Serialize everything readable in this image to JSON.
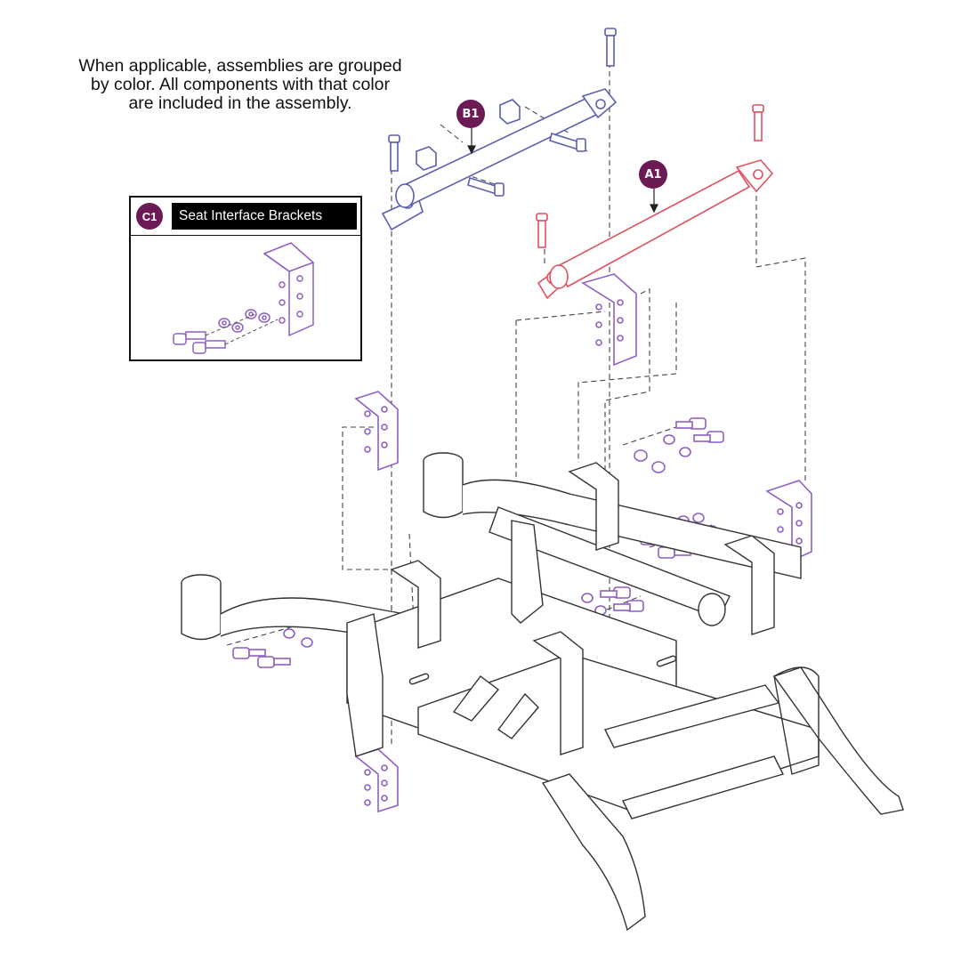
{
  "note": {
    "text": "When applicable, assemblies are grouped\nby color. All components with that color\nare included in the assembly."
  },
  "legend": {
    "badge": "C1",
    "title": "Seat Interface Brackets"
  },
  "callouts": [
    {
      "id": "B1",
      "label": "B1"
    },
    {
      "id": "A1",
      "label": "A1"
    }
  ],
  "colors": {
    "assembly_a1": "#e05060",
    "assembly_b1": "#5a5fb0",
    "assembly_c1": "#8e5fc4",
    "frame": "#333333",
    "badge": "#6b1a56"
  }
}
